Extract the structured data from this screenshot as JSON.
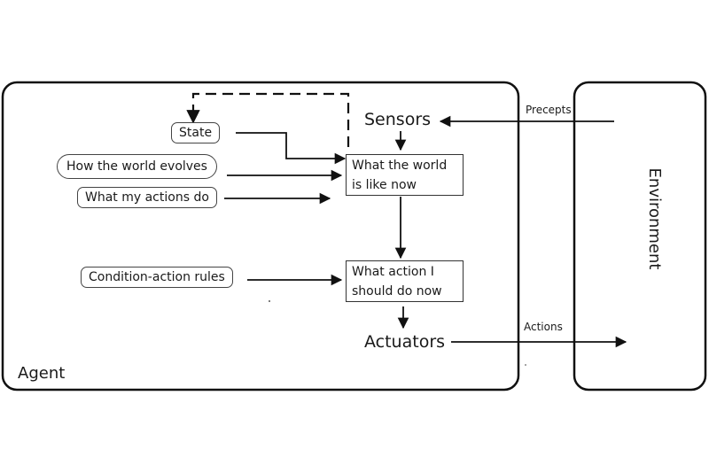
{
  "agent": {
    "label": "Agent",
    "sensors": "Sensors",
    "actuators": "Actuators",
    "state": "State",
    "world_evolves": "How the world evolves",
    "actions_do": "What my actions do",
    "rules": "Condition-action rules",
    "world_now": [
      "What the world",
      "is like now"
    ],
    "action_now": [
      "What action I",
      "should do now"
    ]
  },
  "environment": {
    "label": "Environment"
  },
  "links": {
    "percepts": "Precepts",
    "actions": "Actions"
  }
}
